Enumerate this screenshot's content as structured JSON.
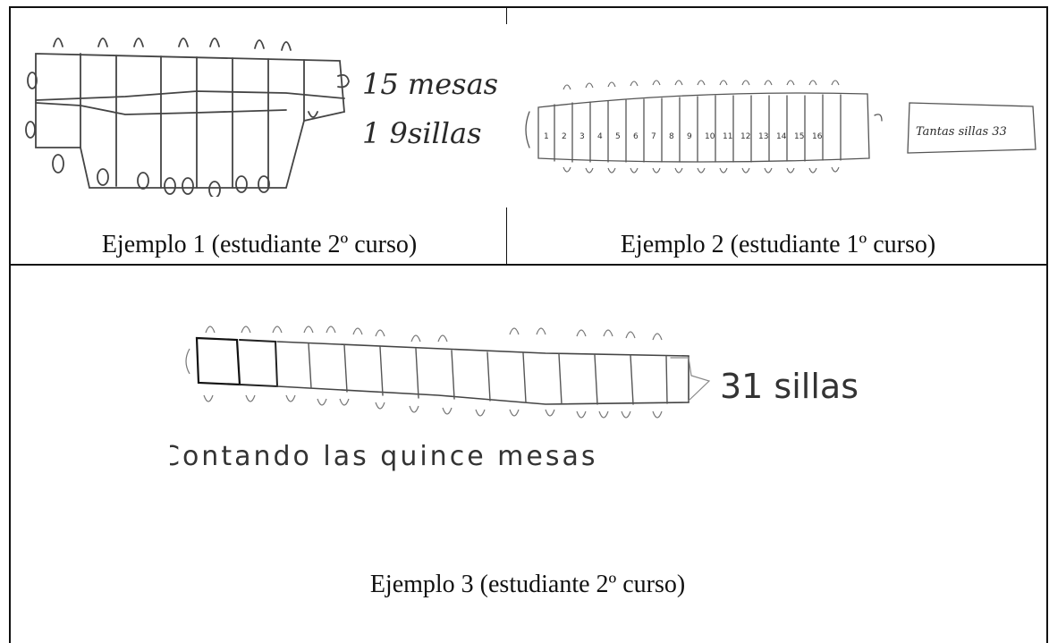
{
  "figure": {
    "examples": [
      {
        "caption": "Ejemplo 1 (estudiante 2º curso)",
        "note_line1": "15 mesas",
        "note_line2": "1 9sillas"
      },
      {
        "caption": "Ejemplo 2 (estudiante 1º curso)",
        "box_text": "Tantas sillas 33",
        "table_numbers": [
          "1",
          "2",
          "3",
          "4",
          "5",
          "6",
          "7",
          "8",
          "9",
          "10",
          "11",
          "12",
          "13",
          "14",
          "15",
          "16"
        ]
      },
      {
        "caption": "Ejemplo 3 (estudiante 2º curso)",
        "note": "31 sillas",
        "note2": "Contando las quince mesas"
      }
    ]
  }
}
